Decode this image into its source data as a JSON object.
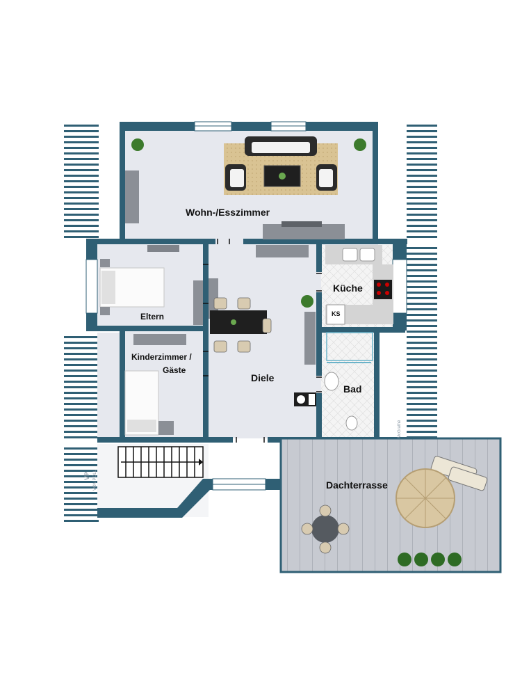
{
  "floorplan": {
    "rooms": {
      "wohn": "Wohn-/Esszimmer",
      "eltern": "Eltern",
      "kinder_line1": "Kinderzimmer /",
      "kinder_line2": "Gäste",
      "diele": "Diele",
      "kueche": "Küche",
      "bad": "Bad",
      "terrasse": "Dachterrasse"
    },
    "appliance_ks": "KS",
    "watermark_logo": "VP",
    "watermark_brand": "VON POLL",
    "watermark_credit": "McGrathé"
  },
  "colors": {
    "wall": "#2f5f74",
    "floor": "#e6e8ee",
    "deck": "#bfc3cb",
    "roof": "#2f5f74",
    "kitchen_tile": "#f2f2f2"
  }
}
